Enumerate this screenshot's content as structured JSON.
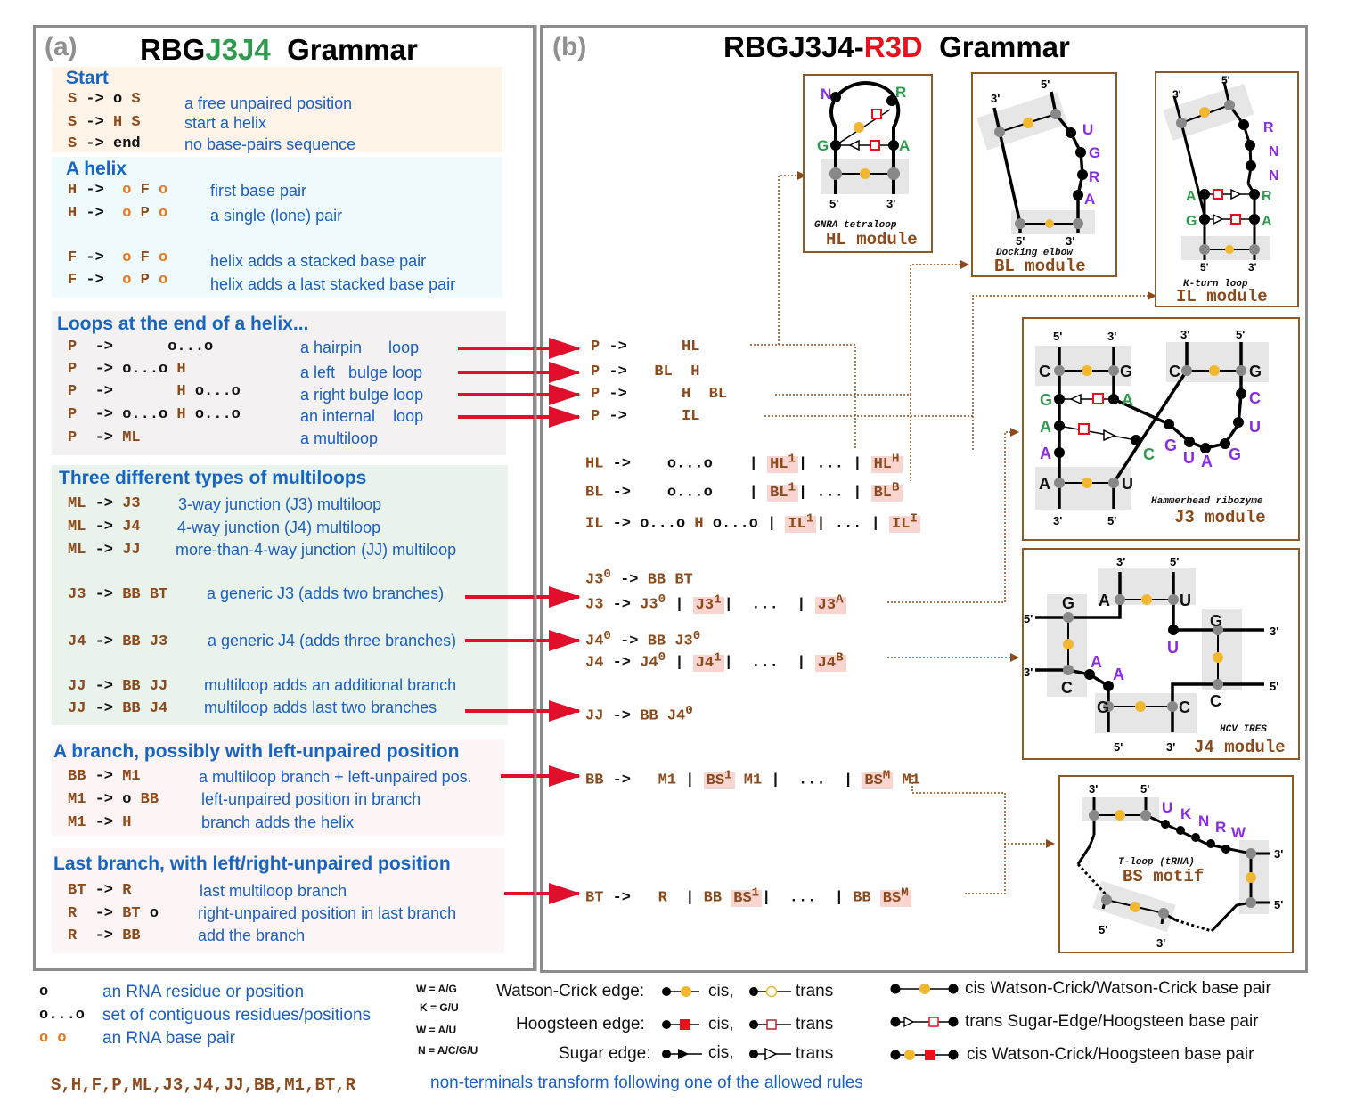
{
  "panel_a": {
    "label": "(a)",
    "title_prefix": "RBG",
    "title_highlight": "J3J4",
    "title_suffix": "Grammar",
    "sections": [
      {
        "title": "Start",
        "bg": "#fdf3e6",
        "rules": [
          {
            "lhs": "S",
            "arrow": "->",
            "rhs": "o S",
            "desc": "a free unpaired position"
          },
          {
            "lhs": "S",
            "arrow": "->",
            "rhs": "H S",
            "desc": "start a helix"
          },
          {
            "lhs": "S",
            "arrow": "->",
            "rhs": "end",
            "desc": "no base-pairs sequence"
          }
        ]
      },
      {
        "title": "A helix",
        "bg": "#eefafc",
        "rules": [
          {
            "lhs": "H",
            "arrow": "->",
            "rhs": "o F o",
            "desc": "first base pair"
          },
          {
            "lhs": "H",
            "arrow": "->",
            "rhs": "o P o",
            "desc": "a single (lone) pair"
          },
          {
            "lhs": "F",
            "arrow": "->",
            "rhs": "o F o",
            "desc": "helix adds a stacked base pair"
          },
          {
            "lhs": "F",
            "arrow": "->",
            "rhs": "o P o",
            "desc": "helix adds a last stacked base pair"
          }
        ]
      },
      {
        "title": "Loops at the end of a helix...",
        "bg": "#f3f1f2",
        "rules": [
          {
            "lhs": "P",
            "arrow": "->",
            "rhs": "o...o",
            "desc": "a hairpin      loop"
          },
          {
            "lhs": "P",
            "arrow": "->",
            "rhs": "o...o H",
            "desc": "a left   bulge loop"
          },
          {
            "lhs": "P",
            "arrow": "->",
            "rhs": "H o...o",
            "desc": "a right bulge loop"
          },
          {
            "lhs": "P",
            "arrow": "->",
            "rhs": "o...o H o...o",
            "desc": "an internal    loop"
          },
          {
            "lhs": "P",
            "arrow": "->",
            "rhs": "ML",
            "desc": "a multiloop"
          }
        ]
      },
      {
        "title": "Three different types of multiloops",
        "bg": "#e9f3ec",
        "rules": [
          {
            "lhs": "ML",
            "arrow": "->",
            "rhs": "J3",
            "desc": "3-way junction (J3) multiloop"
          },
          {
            "lhs": "ML",
            "arrow": "->",
            "rhs": "J4",
            "desc": "4-way junction (J4) multiloop"
          },
          {
            "lhs": "ML",
            "arrow": "->",
            "rhs": "JJ",
            "desc": "more-than-4-way junction (JJ) multiloop"
          },
          {
            "lhs": "J3",
            "arrow": "->",
            "rhs": "BB BT",
            "desc": "a generic J3 (adds two branches)"
          },
          {
            "lhs": "J4",
            "arrow": "->",
            "rhs": "BB J3",
            "desc": "a generic J4 (adds three branches)"
          },
          {
            "lhs": "JJ",
            "arrow": "->",
            "rhs": "BB JJ",
            "desc": "multiloop adds an additional branch"
          },
          {
            "lhs": "JJ",
            "arrow": "->",
            "rhs": "BB J4",
            "desc": "multiloop adds last two branches"
          }
        ]
      },
      {
        "title": "A branch, possibly with left-unpaired position",
        "bg": "#fdf4f6",
        "rules": [
          {
            "lhs": "BB",
            "arrow": "->",
            "rhs": "M1",
            "desc": "a multiloop branch + left-unpaired pos."
          },
          {
            "lhs": "M1",
            "arrow": "->",
            "rhs": "o BB",
            "desc": "left-unpaired position in branch"
          },
          {
            "lhs": "M1",
            "arrow": "->",
            "rhs": "H",
            "desc": "branch adds the helix"
          }
        ]
      },
      {
        "title": "Last branch, with left/right-unpaired position",
        "bg": "#fdf4f6",
        "rules": [
          {
            "lhs": "BT",
            "arrow": "->",
            "rhs": "R",
            "desc": "last multiloop branch"
          },
          {
            "lhs": "R",
            "arrow": "->",
            "rhs": "BT o",
            "desc": "right-unpaired position in last branch"
          },
          {
            "lhs": "R",
            "arrow": "->",
            "rhs": "BB",
            "desc": "add the branch"
          }
        ]
      }
    ]
  },
  "panel_b": {
    "label": "(b)",
    "title_prefix": "RBGJ3J4-",
    "title_highlight": "R3D",
    "title_suffix": "Grammar",
    "rules": {
      "p_hl": {
        "lhs": "P",
        "arrow": "->",
        "rhs": "HL"
      },
      "p_blh": {
        "lhs": "P",
        "arrow": "->",
        "rhs": "BL  H"
      },
      "p_hbl": {
        "lhs": "P",
        "arrow": "->",
        "rhs": "H  BL"
      },
      "p_il": {
        "lhs": "P",
        "arrow": "->",
        "rhs": "IL"
      },
      "hl": {
        "lhs": "HL",
        "arrow": "->",
        "rhs": "o...o",
        "m1": "HL",
        "m1_sup": "1",
        "dots": "...",
        "mn": "HL",
        "mn_sup": "H"
      },
      "bl": {
        "lhs": "BL",
        "arrow": "->",
        "rhs": "o...o",
        "m1": "BL",
        "m1_sup": "1",
        "dots": "...",
        "mn": "BL",
        "mn_sup": "B"
      },
      "il": {
        "lhs": "IL",
        "arrow": "->",
        "rhs": "o...o H o...o",
        "m1": "IL",
        "m1_sup": "1",
        "dots": "...",
        "mn": "IL",
        "mn_sup": "I"
      },
      "j30": {
        "lhs": "J3",
        "lhs_sup": "0",
        "arrow": "->",
        "rhs": "BB BT"
      },
      "j3": {
        "lhs": "J3",
        "arrow": "->",
        "rhs": "J3",
        "rhs_sup": "0",
        "m1": "J3",
        "m1_sup": "1",
        "dots": "...",
        "mn": "J3",
        "mn_sup": "A"
      },
      "j40": {
        "lhs": "J4",
        "lhs_sup": "0",
        "arrow": "->",
        "rhs": "BB J3",
        "rhs_sup": "0"
      },
      "j4": {
        "lhs": "J4",
        "arrow": "->",
        "rhs": "J4",
        "rhs_sup": "0",
        "m1": "J4",
        "m1_sup": "1",
        "dots": "...",
        "mn": "J4",
        "mn_sup": "B"
      },
      "jj": {
        "lhs": "JJ",
        "arrow": "->",
        "rhs": "BB J4",
        "rhs_sup": "0"
      },
      "bb": {
        "lhs": "BB",
        "arrow": "->",
        "rhs": "M1",
        "m1": "BS",
        "m1_sup": "1",
        "m1_after": "M1",
        "dots": "...",
        "mn": "BS",
        "mn_sup": "M",
        "mn_after": "M1"
      },
      "bt": {
        "lhs": "BT",
        "arrow": "->",
        "rhs": "R",
        "m1_before": "BB",
        "m1": "BS",
        "m1_sup": "1",
        "dots": "...",
        "mn_before": "BB",
        "mn": "BS",
        "mn_sup": "M"
      }
    },
    "modules": {
      "hl": {
        "subtitle": "GNRA tetraloop",
        "title": "HL module",
        "bases": [
          "N",
          "R",
          "G",
          "A"
        ],
        "ends": [
          "5'",
          "3'"
        ]
      },
      "bl": {
        "subtitle": "Docking elbow",
        "title": "BL module",
        "bases": [
          "U",
          "G",
          "R",
          "A"
        ],
        "ends": [
          "3'",
          "5'",
          "5'",
          "3'"
        ]
      },
      "il": {
        "subtitle": "K-turn loop",
        "title": "IL module",
        "bases": [
          "R",
          "N",
          "N",
          "A",
          "R",
          "G",
          "A"
        ],
        "ends": [
          "3'",
          "5'",
          "5'",
          "3'"
        ]
      },
      "j3": {
        "subtitle": "Hammerhead ribozyme",
        "title": "J3 module",
        "bases": [
          "C",
          "G",
          "G",
          "A",
          "A",
          "A",
          "A",
          "U",
          "C",
          "G",
          "C",
          "U",
          "G",
          "U",
          "A",
          "G",
          "C"
        ],
        "ends": [
          "5'",
          "3'",
          "3'",
          "5'",
          "3'",
          "5'"
        ]
      },
      "j4": {
        "subtitle": "HCV IRES",
        "title": "J4 module",
        "bases": [
          "G",
          "C",
          "A",
          "U",
          "G",
          "C",
          "U",
          "A",
          "A",
          "G",
          "C"
        ],
        "ends": [
          "3'",
          "5'",
          "5'",
          "3'",
          "3'",
          "5'",
          "5'",
          "3'"
        ]
      },
      "bs": {
        "subtitle": "T-loop (tRNA)",
        "title": "BS motif",
        "bases": [
          "U",
          "K",
          "N",
          "R",
          "W"
        ],
        "ends": [
          "3'",
          "5'",
          "3'",
          "5'",
          "5'",
          "3'"
        ]
      }
    }
  },
  "legend": {
    "symbols": [
      {
        "glyph": "o",
        "text": "an RNA residue or position"
      },
      {
        "glyph": "o...o",
        "text": "set of contiguous residues/positions"
      },
      {
        "glyph": "o o",
        "text": "an RNA base pair"
      }
    ],
    "codes": [
      "W = A/G",
      "K = G/U",
      "W = A/U",
      "N = A/C/G/U"
    ],
    "edges": [
      {
        "label": "Watson-Crick edge:",
        "cis": "cis,",
        "trans": "trans"
      },
      {
        "label": "Hoogsteen edge:",
        "cis": "cis,",
        "trans": "trans"
      },
      {
        "label": "Sugar edge:",
        "cis": "cis,",
        "trans": "trans"
      }
    ],
    "pairs": [
      "cis Watson-Crick/Watson-Crick base pair",
      "trans Sugar-Edge/Hoogsteen base pair",
      "cis Watson-Crick/Hoogsteen base pair"
    ],
    "nonterminals": "S,H,F,P,ML,J3,J4,JJ,BB,M1,BT,R",
    "nonterminals_desc": "non-terminals transform following one of the allowed rules"
  },
  "colors": {
    "nonterminal": "#8b4a1c",
    "description": "#1a5fc0",
    "arrow_red": "#e0102c",
    "highlight": "#f9d5d2",
    "wc_yellow": "#f2b731",
    "hoog_red": "#e8101c",
    "purple": "#8a2be2",
    "green": "#2e9a4e"
  }
}
